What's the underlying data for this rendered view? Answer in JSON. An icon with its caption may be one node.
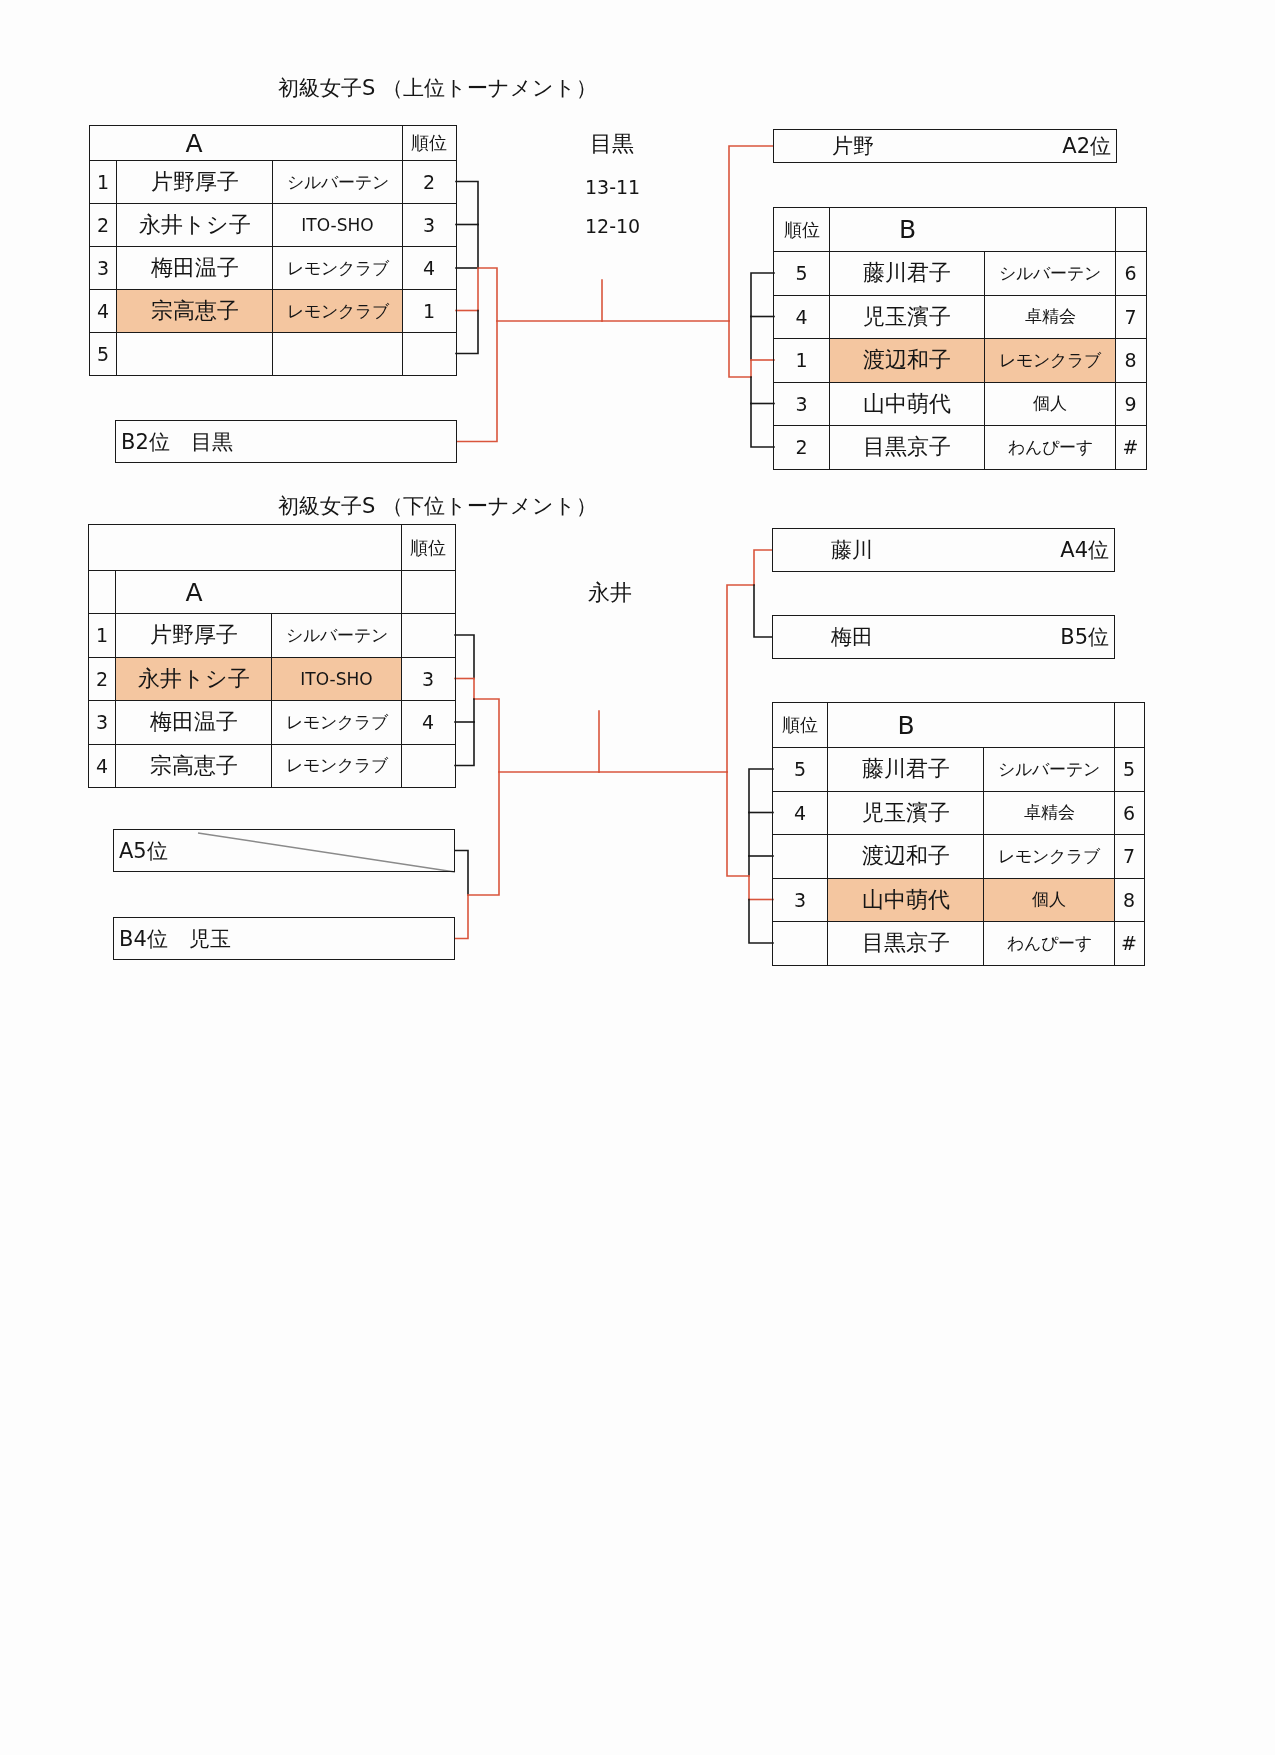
{
  "diagram": {
    "nodes": [
      {
        "text": [
          "A",
          "順位"
        ]
      },
      {
        "text": [
          "1",
          "片野厚子",
          "シルバーテン",
          "2"
        ],
        "in": 0
      },
      {
        "text": [
          "2",
          "永井トシ子",
          "ITO-SHO",
          "3"
        ],
        "in": 0
      },
      {
        "text": [
          "3",
          "梅田温子",
          "レモンクラブ",
          "4"
        ],
        "in": 0
      },
      {
        "text": [
          "4",
          "宗高恵子",
          "レモンクラブ",
          "1"
        ],
        "in": 0
      },
      {
        "text": [
          "5"
        ],
        "in": 0
      },
      {
        "text": [
          "片野",
          "A2位"
        ]
      },
      {
        "text": [
          "順位",
          "B"
        ]
      },
      {
        "text": [
          "5",
          "藤川君子",
          "シルバーテン",
          "6"
        ],
        "in": 7
      },
      {
        "text": [
          "4",
          "児玉濱子",
          "卓精会",
          "7"
        ],
        "in": 7
      },
      {
        "text": [
          "1",
          "渡辺和子",
          "レモンクラブ",
          "8"
        ],
        "in": 7
      },
      {
        "text": [
          "3",
          "山中萌代",
          "個人",
          "9"
        ],
        "in": 7
      },
      {
        "text": [
          "2",
          "目黒京子",
          "わんぴーす",
          "#"
        ],
        "in": 7
      },
      {
        "text": [
          "B2位　目黒"
        ]
      },
      {
        "text": [
          "順位",
          "A"
        ]
      },
      {
        "text": [
          "1",
          "片野厚子",
          "シルバーテン"
        ],
        "in": 14
      },
      {
        "text": [
          "2",
          "永井トシ子",
          "ITO-SHO",
          "3"
        ],
        "in": 14
      },
      {
        "text": [
          "3",
          "梅田温子",
          "レモンクラブ",
          "4"
        ],
        "in": 14
      },
      {
        "text": [
          "4",
          "宗高恵子",
          "レモンクラブ"
        ],
        "in": 14
      },
      {
        "text": [
          "藤川",
          "A4位"
        ]
      },
      {
        "text": [
          "梅田",
          "B5位"
        ]
      },
      {
        "text": [
          "順位",
          "B"
        ]
      },
      {
        "text": [
          "5",
          "藤川君子",
          "シルバーテン",
          "5"
        ],
        "in": 21
      },
      {
        "text": [
          "4",
          "児玉濱子",
          "卓精会",
          "6"
        ],
        "in": 21
      },
      {
        "text": [
          "渡辺和子",
          "レモンクラブ",
          "7"
        ],
        "in": 21
      },
      {
        "text": [
          "3",
          "山中萌代",
          "個人",
          "8"
        ],
        "in": 21
      },
      {
        "text": [
          "目黒京子",
          "わんぴーす",
          "#"
        ],
        "in": 21
      },
      {
        "text": [
          "A5位"
        ]
      },
      {
        "text": [
          "B4位　児玉"
        ]
      }
    ],
    "edges": [
      {
        "from": 1,
        "to": null,
        "arrow": "none"
      },
      {
        "from": 2,
        "to": null,
        "arrow": "none"
      },
      {
        "from": 3,
        "to": null,
        "arrow": "none"
      },
      {
        "from": 4,
        "to": null,
        "arrow": "none",
        "color": "#d9553c"
      },
      {
        "from": 5,
        "to": null,
        "arrow": "none"
      },
      {
        "from": 6,
        "to": null,
        "arrow": "none",
        "color": "#d9553c"
      },
      {
        "from": 8,
        "to": null,
        "arrow": "none"
      },
      {
        "from": 9,
        "to": null,
        "arrow": "none"
      },
      {
        "from": 10,
        "to": null,
        "arrow": "none",
        "color": "#d9553c"
      },
      {
        "from": 11,
        "to": null,
        "arrow": "none"
      },
      {
        "from": 12,
        "to": null,
        "arrow": "none"
      },
      {
        "from": 13,
        "to": null,
        "arrow": "none",
        "color": "#d9553c"
      },
      {
        "from": 15,
        "to": null,
        "arrow": "none"
      },
      {
        "from": 16,
        "to": null,
        "arrow": "none",
        "color": "#d9553c"
      },
      {
        "from": 17,
        "to": null,
        "arrow": "none"
      },
      {
        "from": 18,
        "to": null,
        "arrow": "none"
      },
      {
        "from": 19,
        "to": null,
        "arrow": "none",
        "color": "#d9553c"
      },
      {
        "from": 20,
        "to": null,
        "arrow": "none"
      },
      {
        "from": 22,
        "to": null,
        "arrow": "none"
      },
      {
        "from": 23,
        "to": null,
        "arrow": "none"
      },
      {
        "from": 24,
        "to": null,
        "arrow": "none"
      },
      {
        "from": 25,
        "to": null,
        "arrow": "none",
        "color": "#d9553c"
      },
      {
        "from": 26,
        "to": null,
        "arrow": "none"
      },
      {
        "from": 27,
        "to": null,
        "arrow": "none"
      },
      {
        "from": 28,
        "to": null,
        "arrow": "none",
        "color": "#d9553c"
      }
    ],
    "labels": [
      "初級女子S （上位トーナメント）",
      "目黒",
      "13-11",
      "12-10",
      "初級女子S （下位トーナメント）",
      "永井"
    ]
  }
}
